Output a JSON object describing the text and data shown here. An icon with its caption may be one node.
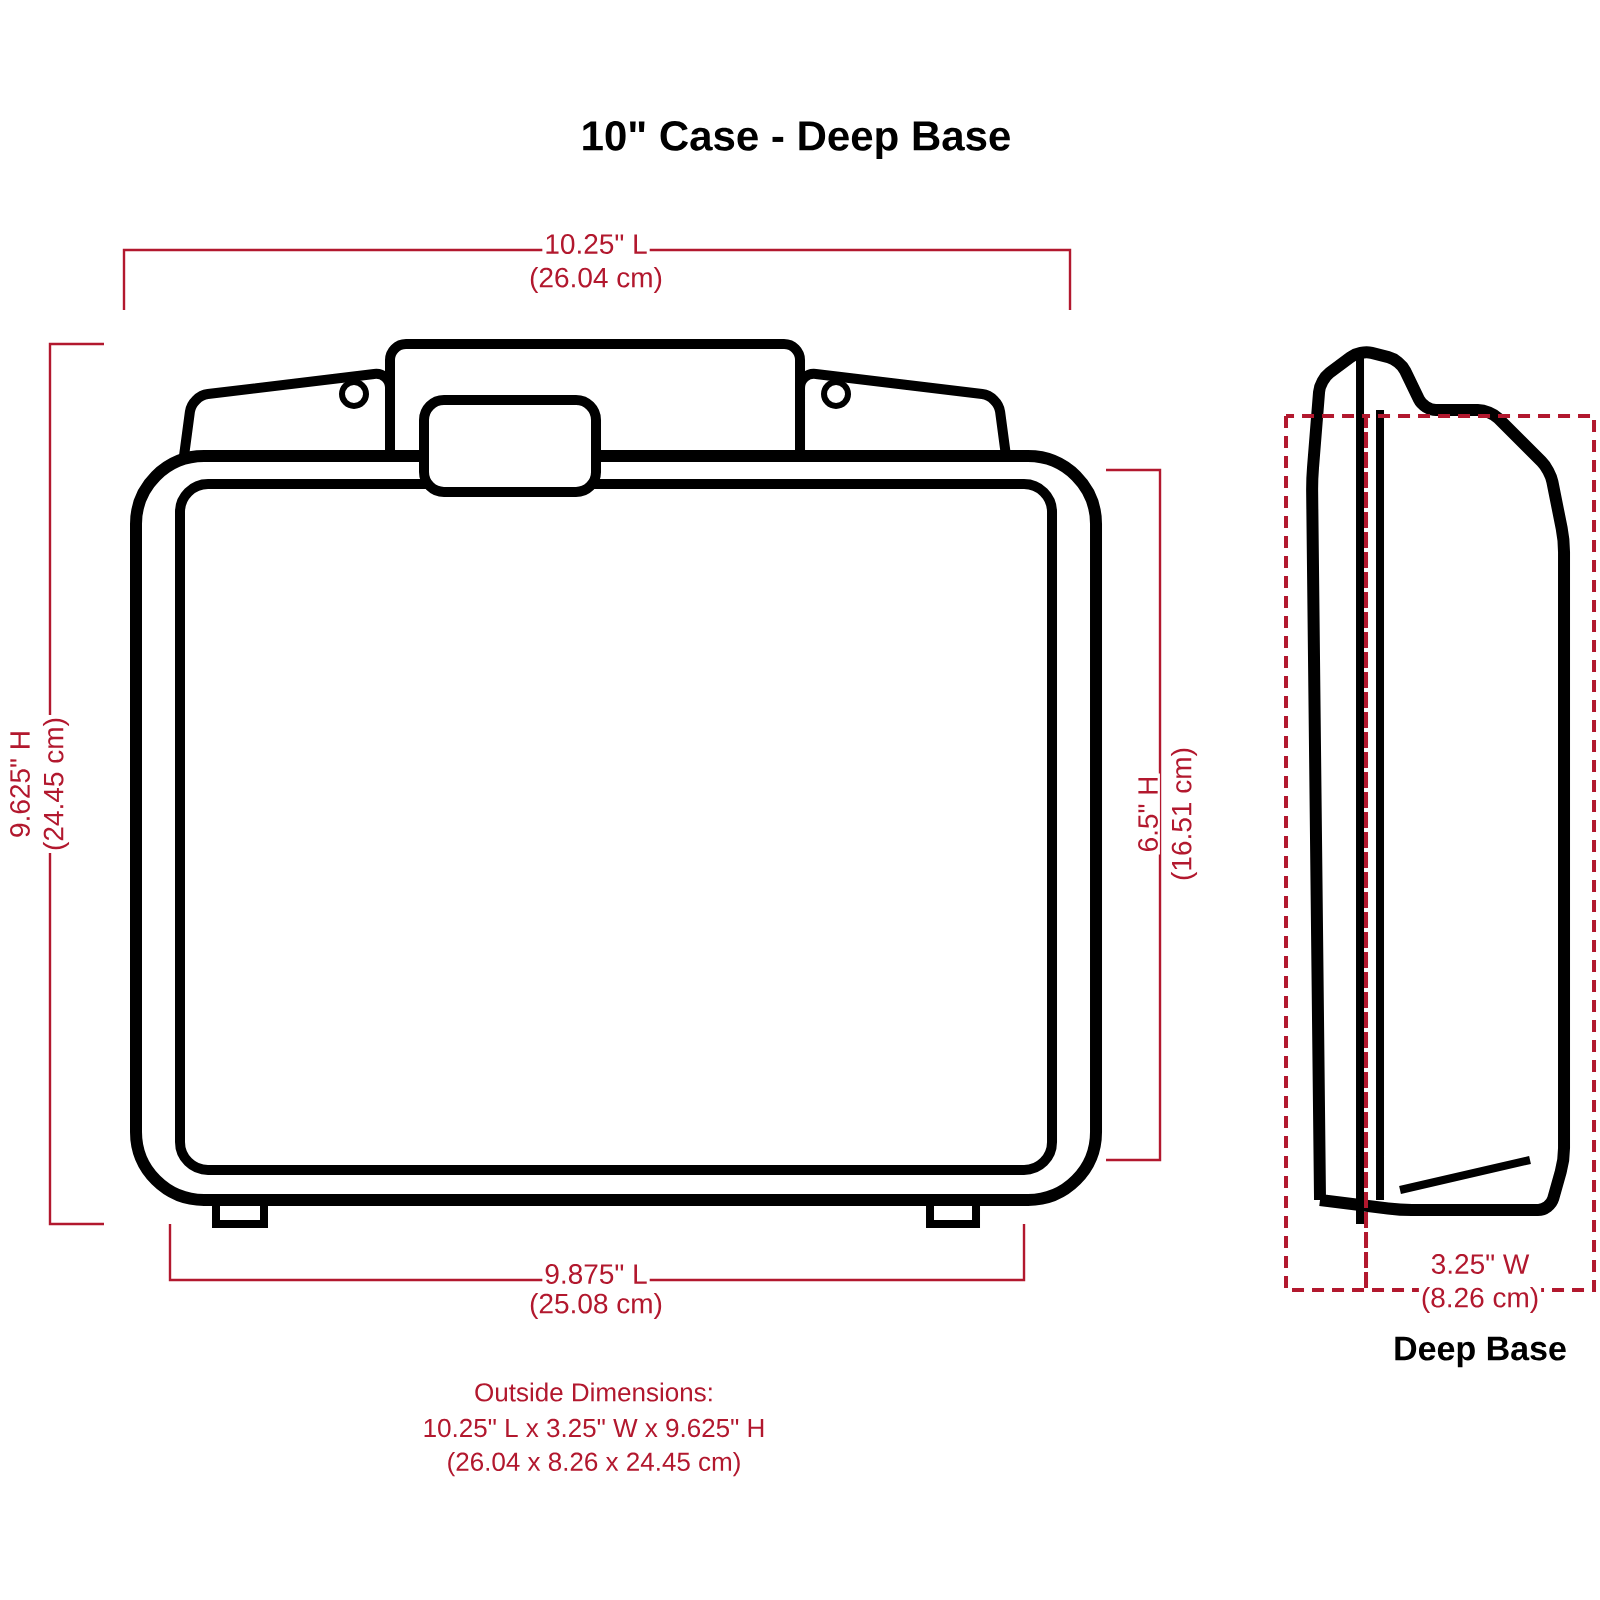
{
  "diagram": {
    "title": "10\" Case - Deep Base",
    "labels": [
      "10.25\" L",
      "(26.04 cm)",
      "9.625\" H",
      "(24.45 cm)",
      "6.5\" H",
      "(16.51 cm)",
      "9.875\" L",
      "(25.08 cm)",
      "3.25\" W",
      "(8.26 cm)",
      "Outside Dimensions:",
      "10.25\" L x 3.25\" W x 9.625\" H",
      "(26.04 x 8.26 x 24.45 cm)",
      "Deep Base"
    ]
  }
}
